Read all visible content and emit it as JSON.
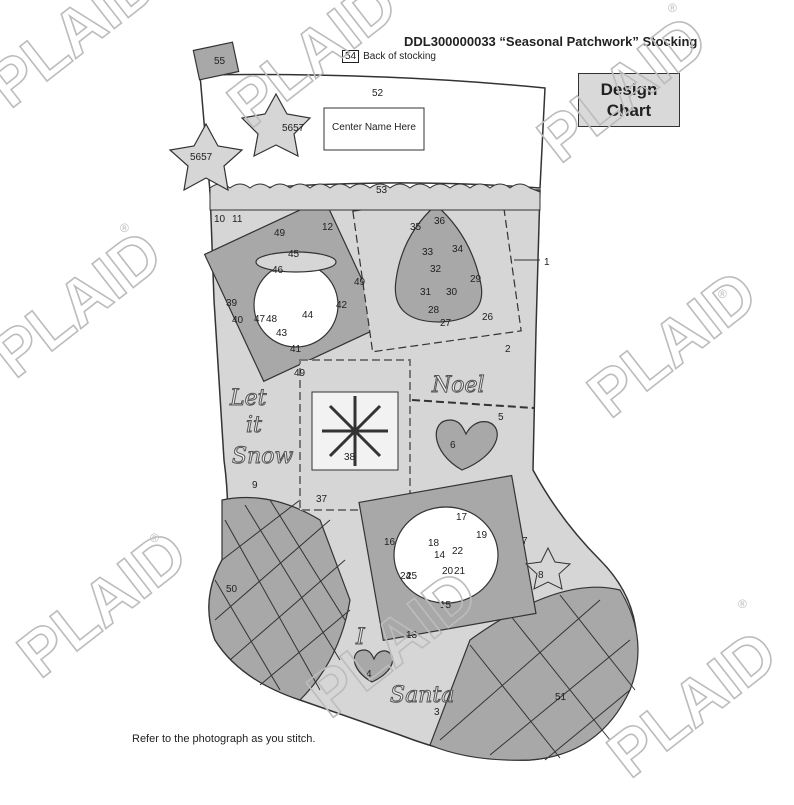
{
  "header": {
    "title": "DDL300000033 “Seasonal Patchwork” Stocking",
    "back_number": "54",
    "back_label": "Back of stocking"
  },
  "badge": {
    "line1": "Design",
    "line2": "Chart"
  },
  "cuff": {
    "name_text": "Center Name Here"
  },
  "footer": {
    "note": "Refer to the photograph as you stitch."
  },
  "watermark": {
    "text": "PLAID",
    "mark": "®"
  },
  "patch_text": {
    "noel": "Noel",
    "let": "Let",
    "it": "it",
    "snow": "Snow",
    "i": "I",
    "santa": "Santa"
  },
  "pointer_label": "1",
  "regions": [
    {
      "n": "55"
    },
    {
      "n": "52"
    },
    {
      "n": "5657"
    },
    {
      "n": "5657"
    },
    {
      "n": "53"
    },
    {
      "n": "10"
    },
    {
      "n": "11"
    },
    {
      "n": "12"
    },
    {
      "n": "49"
    },
    {
      "n": "45"
    },
    {
      "n": "46"
    },
    {
      "n": "49"
    },
    {
      "n": "39"
    },
    {
      "n": "42"
    },
    {
      "n": "40"
    },
    {
      "n": "47"
    },
    {
      "n": "48"
    },
    {
      "n": "44"
    },
    {
      "n": "43"
    },
    {
      "n": "41"
    },
    {
      "n": "49"
    },
    {
      "n": "36"
    },
    {
      "n": "35"
    },
    {
      "n": "33"
    },
    {
      "n": "34"
    },
    {
      "n": "32"
    },
    {
      "n": "29"
    },
    {
      "n": "31"
    },
    {
      "n": "30"
    },
    {
      "n": "28"
    },
    {
      "n": "27"
    },
    {
      "n": "26"
    },
    {
      "n": "2"
    },
    {
      "n": "5"
    },
    {
      "n": "6"
    },
    {
      "n": "38"
    },
    {
      "n": "9"
    },
    {
      "n": "37"
    },
    {
      "n": "17"
    },
    {
      "n": "19"
    },
    {
      "n": "18"
    },
    {
      "n": "16"
    },
    {
      "n": "14"
    },
    {
      "n": "22"
    },
    {
      "n": "20"
    },
    {
      "n": "21"
    },
    {
      "n": "24"
    },
    {
      "n": "25"
    },
    {
      "n": "15"
    },
    {
      "n": "7"
    },
    {
      "n": "8"
    },
    {
      "n": "50"
    },
    {
      "n": "13"
    },
    {
      "n": "4"
    },
    {
      "n": "3"
    },
    {
      "n": "51"
    }
  ],
  "colors": {
    "light_gray": "#d6d6d6",
    "mid_gray": "#a8a8a8",
    "dark_gray": "#8c8c8c",
    "outline": "#333333",
    "watermark": "#bcbcbc"
  }
}
